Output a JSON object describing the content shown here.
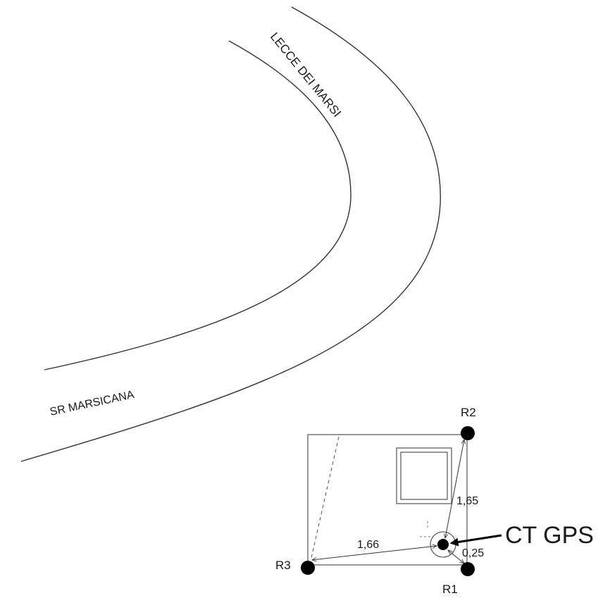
{
  "road_labels": {
    "top": "LECCE DEI MARSI",
    "left": "SR MARSICANA"
  },
  "points": {
    "r1": "R1",
    "r2": "R2",
    "r3": "R3",
    "station": "CT GPS"
  },
  "distances": {
    "r3_to_station": "1,66",
    "r2_to_station": "1,65",
    "r1_to_station": "0,25"
  }
}
